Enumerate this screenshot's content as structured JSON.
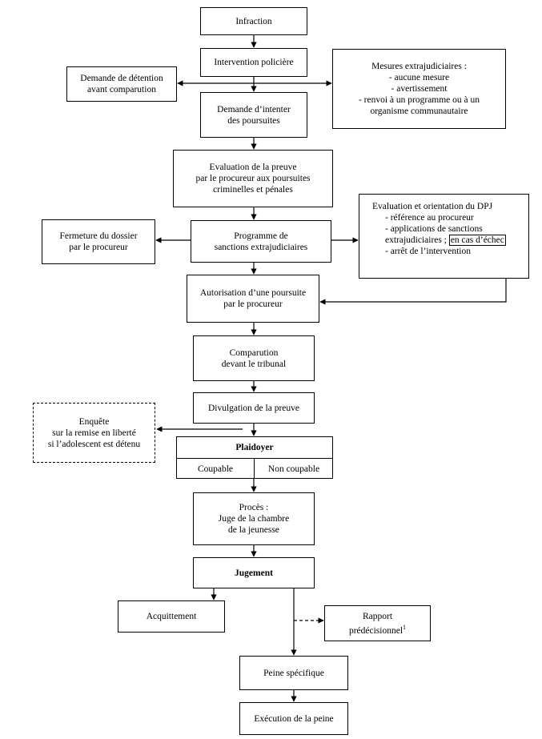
{
  "boxes": {
    "infraction": "Infraction",
    "intervention": "Intervention policière",
    "detention": [
      "Demande de détention",
      "avant comparution"
    ],
    "mesures_title": "Mesures extrajudiciaires :",
    "mesures_items": [
      "- aucune mesure",
      "- avertissement",
      "- renvoi à un programme ou à un",
      "organisme communautaire"
    ],
    "demande_intenter": [
      "Demande d’intenter",
      "des poursuites"
    ],
    "evaluation_preuve": [
      "Evaluation de la preuve",
      "par le procureur aux poursuites",
      "criminelles et pénales"
    ],
    "fermeture": [
      "Fermeture du dossier",
      "par le procureur"
    ],
    "programme": [
      "Programme de",
      "sanctions extrajudiciaires"
    ],
    "dpj_title": "Evaluation et orientation du DPJ",
    "dpj_items": [
      "- référence au procureur",
      "- applications de sanctions",
      "extrajudiciaires ;",
      "en cas d’échec",
      "- arrêt de l’intervention"
    ],
    "autorisation": [
      "Autorisation d’une poursuite",
      "par le procureur"
    ],
    "comparution": [
      "Comparution",
      "devant le tribunal"
    ],
    "divulgation": "Divulgation de la preuve",
    "enquete": [
      "Enquête",
      "sur la remise en liberté",
      "si l’adolescent est détenu"
    ],
    "plaidoyer": "Plaidoyer",
    "coupable": "Coupable",
    "non_coupable": "Non coupable",
    "proces": [
      "Procès :",
      "Juge de la chambre",
      "de la jeunesse"
    ],
    "jugement": "Jugement",
    "acquittement": "Acquittement",
    "rapport": [
      "Rapport",
      "prédécisionnel"
    ],
    "rapport_sup": "1",
    "peine": "Peine spécifique",
    "execution": "Exécution de la peine"
  }
}
